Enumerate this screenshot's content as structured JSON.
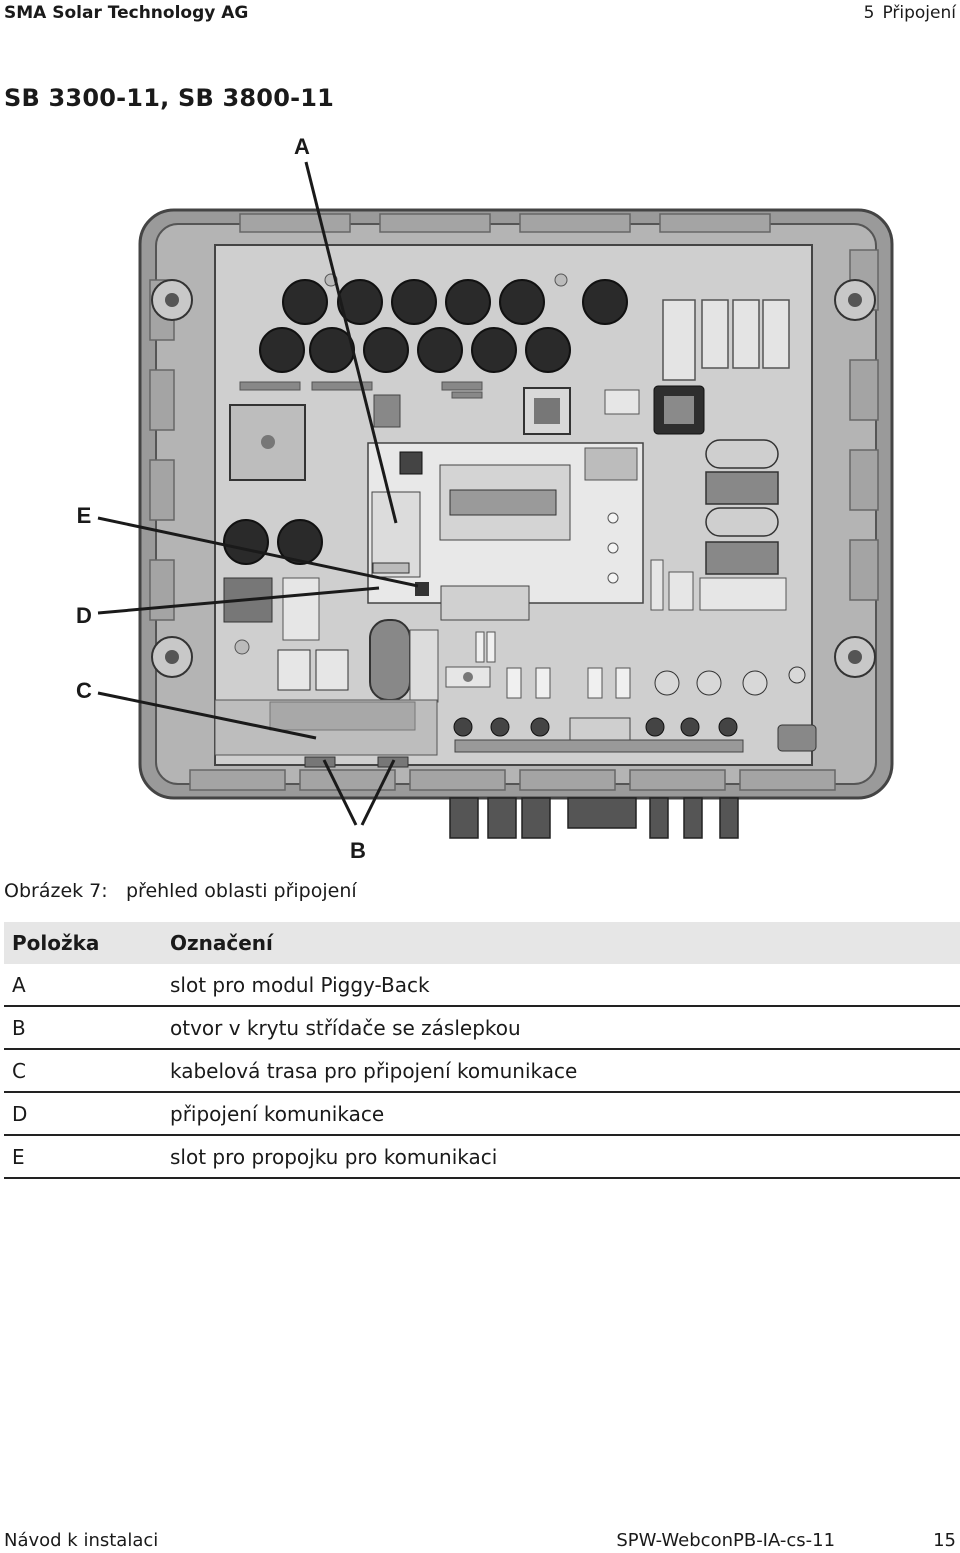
{
  "header": {
    "company": "SMA Solar Technology AG",
    "chapter_number": "5",
    "chapter_title": "Připojení"
  },
  "section_title": "SB 3300-11, SB 3800-11",
  "figure": {
    "callouts": {
      "A": "A",
      "B": "B",
      "C": "C",
      "D": "D",
      "E": "E"
    },
    "caption_label": "Obrázek 7:",
    "caption_text": "přehled oblasti připojení"
  },
  "legend_table": {
    "headers": [
      "Položka",
      "Označení"
    ],
    "rows": [
      {
        "item": "A",
        "label": "slot pro modul Piggy-Back"
      },
      {
        "item": "B",
        "label": "otvor v krytu střídače se záslepkou"
      },
      {
        "item": "C",
        "label": "kabelová trasa pro připojení komunikace"
      },
      {
        "item": "D",
        "label": "připojení komunikace"
      },
      {
        "item": "E",
        "label": "slot pro propojku pro komunikaci"
      }
    ]
  },
  "footer": {
    "doc_title": "Návod k instalaci",
    "doc_id": "SPW-WebconPB-IA-cs-11",
    "page_number": "15"
  }
}
